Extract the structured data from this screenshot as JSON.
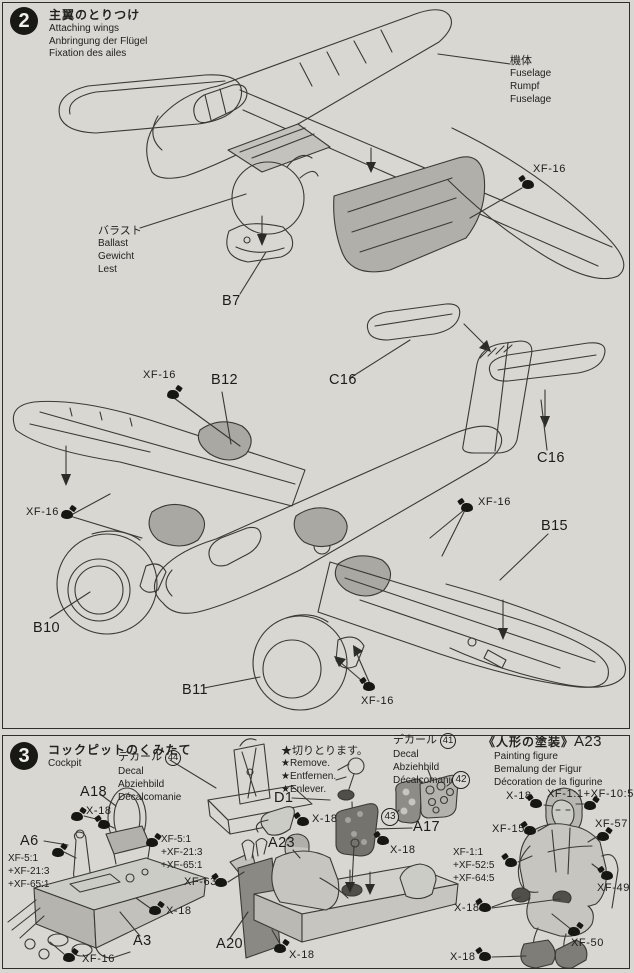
{
  "colors": {
    "paper": "#d8d7d2",
    "ink": "#3a3a35",
    "badge": "#181815",
    "shade": "#a9a8a3",
    "dark": "#74736e"
  },
  "step2": {
    "number": "2",
    "title": {
      "ja": "主翼のとりつけ",
      "en": "Attaching wings",
      "de": "Anbringung der Flügel",
      "fr": "Fixation des ailes"
    },
    "fuselage": {
      "ja": "機体",
      "en": "Fuselage",
      "de": "Rumpf",
      "fr": "Fuselage"
    },
    "ballast": {
      "ja": "バラスト",
      "en": "Ballast",
      "de": "Gewicht",
      "fr": "Lest"
    },
    "parts": {
      "b7": "B7",
      "b12": "B12",
      "c16a": "C16",
      "c16b": "C16",
      "b15": "B15",
      "b10": "B10",
      "b11": "B11"
    },
    "paints": {
      "p1": "XF-16",
      "p2": "XF-16",
      "p3": "XF-16",
      "p4": "XF-16",
      "p5": "XF-16"
    }
  },
  "step3": {
    "number": "3",
    "title": {
      "ja": "コックピットのくみたて",
      "en": "Cockpit"
    },
    "decal44": {
      "ja": "デカール",
      "num": "44",
      "en": "Decal",
      "de": "Abziehbild",
      "fr": "Décalcomanie"
    },
    "decal41": {
      "ja": "デカール",
      "num": "41",
      "en": "Decal",
      "de": "Abziehbild",
      "fr": "Décalcomanie"
    },
    "remove": {
      "ja": "★切りとります。",
      "en": "★Remove.",
      "de": "★Entfernen.",
      "fr": "★Enlever."
    },
    "callouts": {
      "c42": "42",
      "c43": "43"
    },
    "parts": {
      "a18": "A18",
      "a6": "A6",
      "d1": "D1",
      "a23": "A23",
      "a17": "A17",
      "a3": "A3",
      "a20": "A20"
    },
    "figure": {
      "ja": "《人形の塗装》",
      "part": "A23",
      "en": "Painting figure",
      "de": "Bemalung der Figur",
      "fr": "Décoration de la figurine"
    },
    "paints": {
      "x18_seat": "X-18",
      "x18_stick": "X-18",
      "x18_panel": "X-18",
      "x18_floor": "X-18",
      "x18_bulkhead": "X-18",
      "mix_left": [
        "XF-5:1",
        "+XF-21:3",
        "+XF-65:1"
      ],
      "mix_right": [
        "XF-5:1",
        "+XF-21:3",
        "+XF-65:1"
      ],
      "xf63": "XF-63",
      "xf16": "XF-16",
      "fig_x18_head": "X-18",
      "fig_helmet_mix": "XF-1:1+XF-10:5",
      "xf15": "XF-15",
      "xf57": "XF-57",
      "fig_suit_mix": [
        "XF-1:1",
        "+XF-52:5",
        "+XF-64:5"
      ],
      "xf49": "XF-49",
      "fig_x18_hands": "X-18",
      "xf50": "XF-50",
      "fig_x18_boots": "X-18"
    }
  }
}
